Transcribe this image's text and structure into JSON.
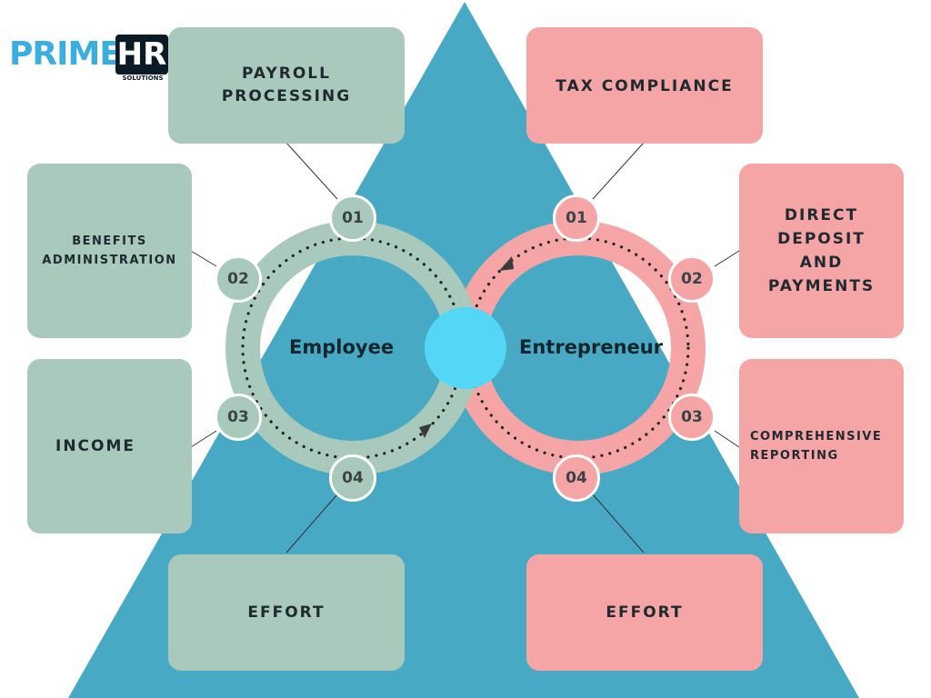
{
  "logo": {
    "prime": "PRIME",
    "hr": "HR",
    "sub": "SOLUTIONS"
  },
  "rings": {
    "left_label": "Employee",
    "right_label": "Entrepreneur"
  },
  "employee": {
    "badges": [
      "01",
      "02",
      "03",
      "04"
    ],
    "boxes": {
      "b1": [
        "PAYROLL",
        "PROCESSING"
      ],
      "b2": [
        "BENEFITS",
        "ADMINISTRATION"
      ],
      "b3": [
        "INCOME"
      ],
      "b4": [
        "EFFORT"
      ]
    }
  },
  "entrepreneur": {
    "badges": [
      "01",
      "02",
      "03",
      "04"
    ],
    "boxes": {
      "b1": [
        "TAX COMPLIANCE"
      ],
      "b2": [
        "DIRECT",
        "DEPOSIT",
        "AND",
        "PAYMENTS"
      ],
      "b3": [
        "COMPREHENSIVE",
        "REPORTING"
      ],
      "b4": [
        "EFFORT"
      ]
    }
  },
  "colors": {
    "triangle": "#48a9c5",
    "green": "#a8c9bb",
    "pink": "#f5a5a6",
    "center": "#54d6f7",
    "logo_blue": "#3aaee0",
    "logo_dark": "#0c1a26"
  }
}
